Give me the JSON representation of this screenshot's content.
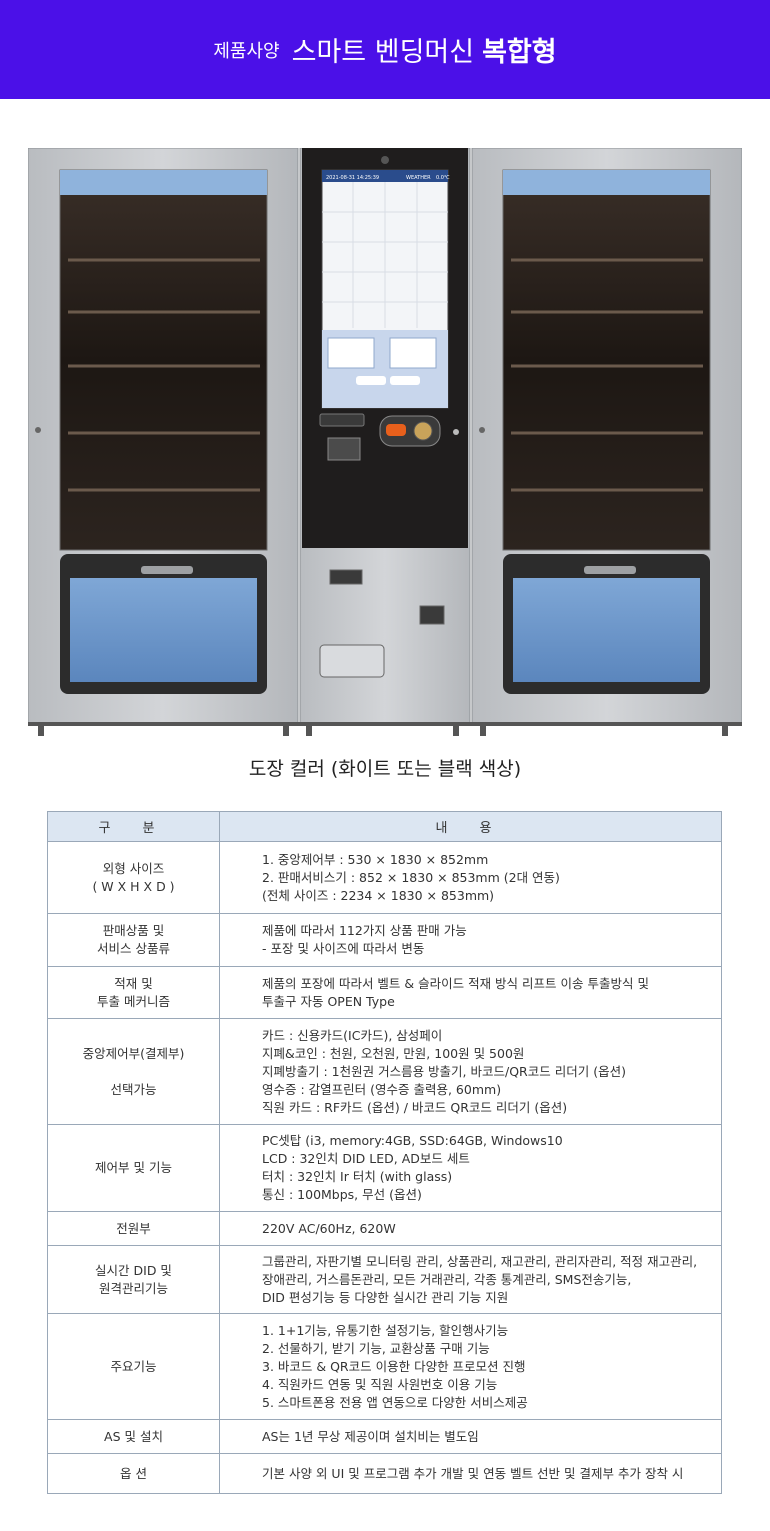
{
  "banner": {
    "prefix": "제품사양",
    "title": "스마트 벤딩머신",
    "title_bold": "복합형",
    "bg_color": "#4b10e8"
  },
  "screen": {
    "time": "2021-08-31 14:25:39",
    "weather": "WEATHER",
    "temp": "0.0℃"
  },
  "caption": "도장 컬러 (화이트 또는 블랙 색상)",
  "table": {
    "header_category": "구 분",
    "header_content": "내 용",
    "rows": [
      {
        "category": [
          "외형 사이즈",
          "( W X H X D )"
        ],
        "content": [
          "1. 중앙제어부 : 530 × 1830 × 852mm",
          "2. 판매서비스기 : 852 × 1830 × 853mm (2대 연동)",
          "(전체 사이즈 : 2234 × 1830 × 853mm)"
        ]
      },
      {
        "category": [
          "판매상품 및",
          "서비스 상품류"
        ],
        "content": [
          "제품에 따라서 112가지 상품 판매 가능",
          "- 포장 및 사이즈에 따라서 변동"
        ]
      },
      {
        "category": [
          "적재 및",
          "투출 메커니즘"
        ],
        "content": [
          "제품의 포장에 따라서 벨트 & 슬라이드 적재 방식 리프트 이송 투출방식 및",
          "투출구 자동 OPEN Type"
        ]
      },
      {
        "category": [
          "중앙제어부(결제부)",
          "",
          "선택가능"
        ],
        "content": [
          "카드 : 신용카드(IC카드), 삼성페이",
          "지폐&코인 : 천원, 오천원, 만원, 100원 및 500원",
          "지폐방출기 : 1천원권 거스름용 방출기, 바코드/QR코드 리더기 (옵션)",
          "영수증 : 감열프린터 (영수증 출력용, 60mm)",
          "직원 카드 : RF카드 (옵션) / 바코드 QR코드 리더기 (옵션)"
        ]
      },
      {
        "category": [
          "제어부 및 기능"
        ],
        "content": [
          "PC셋탑 (i3, memory:4GB, SSD:64GB, Windows10",
          "LCD : 32인치 DID LED, AD보드 세트",
          "터치 : 32인치 Ir 터치 (with glass)",
          "통신 : 100Mbps, 무선 (옵션)"
        ]
      },
      {
        "category": [
          "전원부"
        ],
        "content": [
          "220V AC/60Hz, 620W"
        ]
      },
      {
        "category": [
          "실시간 DID 및",
          "원격관리기능"
        ],
        "content": [
          "그룹관리, 자판기별 모니터링 관리, 상품관리, 재고관리, 관리자관리, 적정 재고관리,",
          "장애관리, 거스름돈관리, 모든 거래관리, 각종 통계관리, SMS전송기능,",
          "DID 편성기능 등 다양한 실시간 관리 기능 지원"
        ]
      },
      {
        "category": [
          "주요기능"
        ],
        "content": [
          "1. 1+1기능, 유통기한 설정기능, 할인행사기능",
          "2. 선물하기, 받기 기능, 교환상품 구매 기능",
          "3. 바코드 & QR코드 이용한 다양한 프로모션 진행",
          "4. 직원카드 연동 및 직원 사원번호 이용 기능",
          "5. 스마트폰용 전용 앱 연동으로 다양한 서비스제공"
        ]
      },
      {
        "category": [
          "AS 및 설치"
        ],
        "content": [
          "AS는 1년 무상 제공이며 설치비는 별도임"
        ]
      },
      {
        "category": [
          "옵 션"
        ],
        "content": [
          "기본 사양 외 UI 및 프로그램 추가 개발 및 연동 벨트 선반 및  결제부 추가 장착 시"
        ]
      }
    ]
  }
}
